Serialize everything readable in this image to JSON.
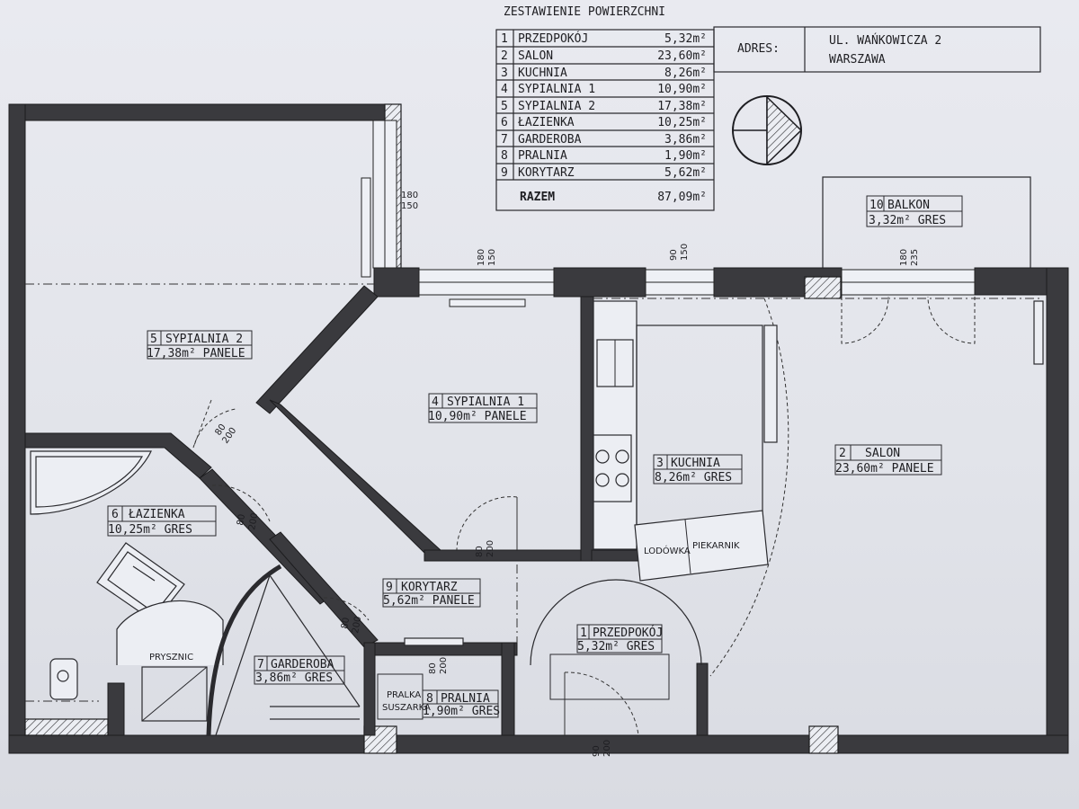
{
  "area_table": {
    "title": "ZESTAWIENIE POWIERZCHNI",
    "rows": [
      {
        "no": "1",
        "name": "PRZEDPOKÓJ",
        "area": "5,32m²"
      },
      {
        "no": "2",
        "name": "SALON",
        "area": "23,60m²"
      },
      {
        "no": "3",
        "name": "KUCHNIA",
        "area": "8,26m²"
      },
      {
        "no": "4",
        "name": "SYPIALNIA 1",
        "area": "10,90m²"
      },
      {
        "no": "5",
        "name": "SYPIALNIA 2",
        "area": "17,38m²"
      },
      {
        "no": "6",
        "name": "ŁAZIENKA",
        "area": "10,25m²"
      },
      {
        "no": "7",
        "name": "GARDEROBA",
        "area": "3,86m²"
      },
      {
        "no": "8",
        "name": "PRALNIA",
        "area": "1,90m²"
      },
      {
        "no": "9",
        "name": "KORYTARZ",
        "area": "5,62m²"
      }
    ],
    "total_label": "RAZEM",
    "total_value": "87,09m²"
  },
  "address": {
    "label": "ADRES:",
    "line1": "UL. WAŃKOWICZA 2",
    "line2": "WARSZAWA"
  },
  "rooms": {
    "r1": {
      "no": "1",
      "name": "PRZEDPOKÓJ",
      "detail": "5,32m²  GRES"
    },
    "r2": {
      "no": "2",
      "name": "SALON",
      "detail": "23,60m²  PANELE"
    },
    "r3": {
      "no": "3",
      "name": "KUCHNIA",
      "detail": "8,26m²  GRES"
    },
    "r4": {
      "no": "4",
      "name": "SYPIALNIA 1",
      "detail": "10,90m²  PANELE"
    },
    "r5": {
      "no": "5",
      "name": "SYPIALNIA 2",
      "detail": "17,38m²  PANELE"
    },
    "r6": {
      "no": "6",
      "name": "ŁAZIENKA",
      "detail": "10,25m²  GRES"
    },
    "r7": {
      "no": "7",
      "name": "GARDEROBA",
      "detail": "3,86m²  GRES"
    },
    "r8": {
      "no": "8",
      "name": "PRALNIA",
      "detail": "1,90m²  GRES"
    },
    "r9": {
      "no": "9",
      "name": "KORYTARZ",
      "detail": "5,62m²  PANELE"
    },
    "r10": {
      "no": "10",
      "name": "BALKON",
      "detail": "3,32m²  GRES"
    }
  },
  "fixtures": {
    "fridge": "LODÓWKA",
    "oven": "PIEKARNIK",
    "shower": "PRYSZNIC",
    "washer1": "PRALKA",
    "washer2": "SUSZARKA"
  },
  "dimensions": {
    "w_bed2": {
      "a": "180",
      "b": "150"
    },
    "w_bed1": {
      "a": "180",
      "b": "150"
    },
    "w_kitchen": {
      "a": "90",
      "b": "150"
    },
    "w_balcony": {
      "a": "180",
      "b": "235"
    },
    "d_bed2": {
      "a": "80",
      "b": "200"
    },
    "d_bath": {
      "a": "80",
      "b": "200"
    },
    "d_bed1": {
      "a": "80",
      "b": "200"
    },
    "d_wardrobe": {
      "a": "80",
      "b": "200"
    },
    "d_laundry": {
      "a": "80",
      "b": "200"
    },
    "d_entry": {
      "a": "90",
      "b": "200"
    }
  },
  "colors": {
    "wall": "#3a3a3e",
    "line": "#1e1e22",
    "paper": "#e4e6ec"
  }
}
